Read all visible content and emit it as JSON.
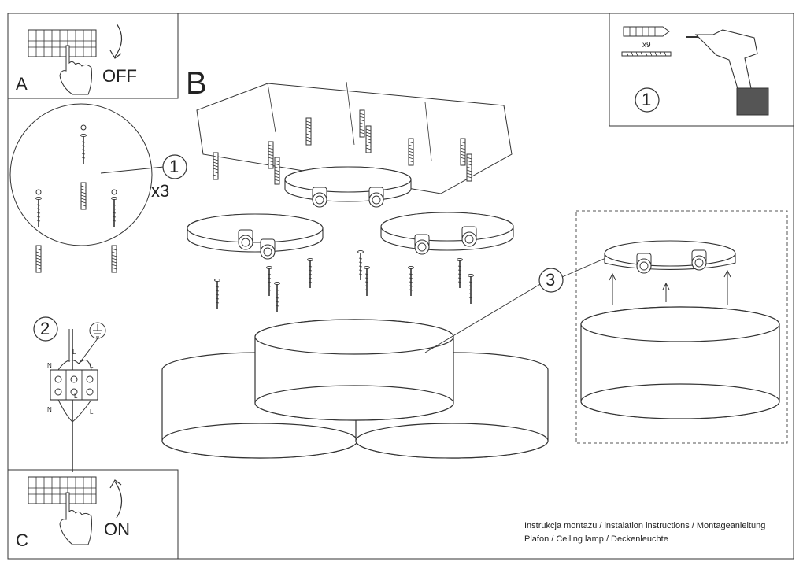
{
  "panels": {
    "a": {
      "letter": "A",
      "state": "OFF"
    },
    "b": {
      "letter": "B"
    },
    "c": {
      "letter": "C",
      "state": "ON"
    }
  },
  "steps": {
    "tools": "1",
    "fixings": "1",
    "fixings_multiplier": "x3",
    "wiring": "2",
    "shade": "3"
  },
  "tool_box": {
    "quantity": "x9"
  },
  "wiring": {
    "n_top": "N",
    "l_top_mid": "L",
    "l_top": "L",
    "l_mid": "L",
    "n_bottom": "N",
    "l_bottom": "L"
  },
  "caption": {
    "line1": "Instrukcja montażu / instalation instructions / Montageanleitung",
    "line2": "Plafon / Ceiling lamp / Deckenleuchte"
  },
  "colors": {
    "line": "#333333",
    "shade_fill": "#ffffff",
    "tool_body": "#555555"
  },
  "icons": [
    "breaker-icon",
    "hand-icon",
    "arrow-down-icon",
    "arrow-up-icon",
    "drill-icon",
    "wall-plug-icon",
    "screw-icon",
    "ground-symbol-icon",
    "terminal-block-icon"
  ]
}
